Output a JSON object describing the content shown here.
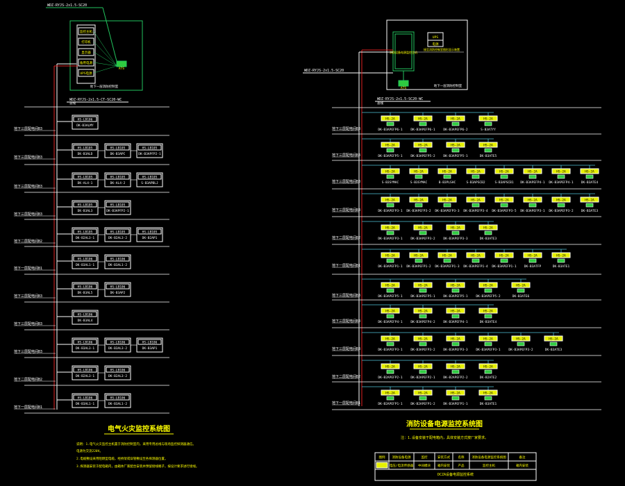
{
  "colors": {
    "background": "#000000",
    "line_white": "#ffffff",
    "line_cyan": "#4fc3d9",
    "line_green": "#22c55e",
    "line_red": "#e02020",
    "text_yellow": "#ffff00",
    "text_white": "#ffffff",
    "box_yellow_fill": "#e6f000",
    "box_green_fill": "#2ecc40"
  },
  "left": {
    "title": "电气火灾监控系统图",
    "notes": [
      "说明：1.电气火灾监控主机置于消防控制室内，采用专用总线与现场监控探测器通信。",
      "电源为交流220V。",
      "2.电缆敷设采用阻燃型电缆，经桥架或穿管敷设至各探测器位置。",
      "3.探测器安装于配电箱内，由箱体厂家配合安装并预留接线端子，按设计要求进行接线。"
    ],
    "top_cable_label": "WDZ-RYJS-2x1.5-SC20",
    "host_items": [
      "监控主机",
      "打印机",
      "显示器",
      "备用电源",
      "UPS电源"
    ],
    "host_right_label": "ATS",
    "host_caption": "地下一层消防控制室",
    "bus_label": "WDZ-RYJS-2x1.5-CT-SC20-WC",
    "bus_label_sub": "总线",
    "rows": [
      {
        "floor": "地下三层配电间B3",
        "boxes": [
          {
            "top": "HS-LB106",
            "bottom": "DK-B3ALMY"
          }
        ]
      },
      {
        "floor": "地下三层配电间B3",
        "boxes": [
          {
            "top": "HS-LB105",
            "bottom": "DK-B3ALD"
          },
          {
            "top": "HS-LB105",
            "bottom": "DK-B3APC"
          },
          {
            "top": "HS-LB105",
            "bottom": "DK-B3APFP2-1"
          }
        ]
      },
      {
        "floor": "地下三层配电间B3",
        "boxes": [
          {
            "top": "HS-LB105",
            "bottom": "DK-AL4-1"
          },
          {
            "top": "HS-LB105",
            "bottom": "DK-AL4-2"
          },
          {
            "top": "HS-LB105",
            "bottom": "S-B3APBLJ"
          }
        ]
      },
      {
        "floor": "地下三层配电间B3",
        "boxes": [
          {
            "top": "HS-LB105",
            "bottom": "DK-B3AL3"
          },
          {
            "top": "HS-LB105",
            "bottom": "DK-B3APFP2-1"
          }
        ]
      },
      {
        "floor": "地下二层配电间B2",
        "boxes": [
          {
            "top": "HS-LB105",
            "bottom": "DK-B2AL3-1"
          },
          {
            "top": "HS-LB105",
            "bottom": "DK-B2AL3-2"
          },
          {
            "top": "HS-LB105",
            "bottom": "DK-B2AP1"
          }
        ]
      },
      {
        "floor": "地下一层配电间B1",
        "boxes": [
          {
            "top": "HS-LB106",
            "bottom": "DK-B3AL1-1"
          },
          {
            "top": "HS-LB106",
            "bottom": "DK-B3AL1-2"
          }
        ]
      },
      {
        "floor": "地下三层配电间B3",
        "boxes": [
          {
            "top": "HS-LB106",
            "bottom": "DK-B3AL5"
          },
          {
            "top": "HS-LB106",
            "bottom": "DK-B3AP2"
          }
        ]
      },
      {
        "floor": "地下三层配电间B3",
        "boxes": [
          {
            "top": "HS-LB106",
            "bottom": "DK-B3AL4"
          }
        ]
      },
      {
        "floor": "地下三层配电间B3",
        "boxes": [
          {
            "top": "HS-LB106",
            "bottom": "DK-B3AL3-1"
          },
          {
            "top": "HS-LB106",
            "bottom": "DK-B3AL3-2"
          },
          {
            "top": "HS-LB106",
            "bottom": "DK-B3AP1"
          }
        ]
      },
      {
        "floor": "地下二层配电间B2",
        "boxes": [
          {
            "top": "HS-LB106",
            "bottom": "DK-B2AL3-1"
          },
          {
            "top": "HS-LB106",
            "bottom": "DK-B2AL3-2"
          }
        ]
      },
      {
        "floor": "地下一层配电间B1",
        "boxes": [
          {
            "top": "HS-LB106",
            "bottom": "DK-B3AL1-1"
          },
          {
            "top": "HS-LB106",
            "bottom": "DK-B3AL1-2"
          }
        ]
      }
    ]
  },
  "right": {
    "title": "消防设备电源监控系统图",
    "note": "注：1.设备安装于配电箱内，具体安装方式按厂家要求。",
    "host_screen_label": "消防设备电源监控主机",
    "host_ups": "UPS",
    "host_power": "电源",
    "host_side_label": "接至消防控制室图形显示装置",
    "host_bottom": "ATS",
    "host_caption": "地下一层消防控制室",
    "cable_label": "WDZ-RYJS-2x1.5-SC20",
    "bus_label": "WDZ-RYJS-2x1.5-SC20-WC",
    "bus_label_sub": "总线",
    "rows": [
      {
        "floor": "地下三层配电间B3",
        "items": [
          "DK-B3APEFP6-1",
          "DK-B3APEFP6-1",
          "DK-B3APEFP6-2",
          "S-B3ATYY"
        ]
      },
      {
        "floor": "地下三层配电间B3",
        "items": [
          "DK-B3APEFP5-1",
          "DK-B3APEFP5-2",
          "DK-B3APEFP5-1",
          "DK-B3ATE5"
        ]
      },
      {
        "floor": "地下三层配电间B3",
        "items": [
          "S-B3SYMAC",
          "S-B3SYMAC",
          "B-B3PLSHC",
          "S-B3APSCB2",
          "S-B3APSCB1",
          "DK-B3APEFP4-1",
          "DK-B3APEFP4-1",
          "DK-B3ATE4"
        ]
      },
      {
        "floor": "地下三层配电间B3",
        "items": [
          "DK-B3APEFP3-1",
          "DK-B3APEFP3-2",
          "DK-B3APEFP3-3",
          "DK-B3APEFP3-4",
          "DK-B3APEFP3-5",
          "DK-B3APEFP3-1",
          "DK-B3APEFP3-2",
          "DK-B3ATE3"
        ]
      },
      {
        "floor": "地下二层配电间B2",
        "items": [
          "DK-B3APEFP3-1",
          "DK-B3APEFP3-2",
          "DK-B3APEFP3-3",
          "DK-B3ATE3"
        ]
      },
      {
        "floor": "地下一层配电间B1",
        "items": [
          "DK-B3APEFP1-1",
          "DK-B3APEFP1-2",
          "DK-B3APEFP1-3",
          "DK-B3APEFP1-4",
          "DK-B3APEFP1-1",
          "DK-B3ATFP",
          "DK-B3ATE1"
        ]
      },
      {
        "floor": "地下三层配电间B3",
        "items": [
          "DK-B3APEFP5-1",
          "DK-B3APEFP5-1",
          "DK-B3APEFP5-1",
          "DK-B3APEFP5-2",
          "DK-B3ATE6"
        ]
      },
      {
        "floor": "地下三层配电间B3",
        "items": [
          "DK-B3APEFP4-1",
          "DK-B3APEFP4-2",
          "DK-B3APEFP4-1",
          "DK-B3ATE4"
        ]
      },
      {
        "floor": "地下三层配电间B3",
        "items": [
          "DK-B3APEFP3-1",
          "DK-B3APEFP3-2",
          "DK-B3APEFP3-3",
          "DK-B3APEFP3-1",
          "DK-B3APEFP3-2",
          "DK-B3ATE3"
        ]
      },
      {
        "floor": "地下二层配电间B2",
        "items": [
          "DK-B2APEFP2-1",
          "DK-B2APEFP2-1",
          "DK-B2APEFP2-2",
          "DK-B2ATE2"
        ]
      },
      {
        "floor": "地下一层配电间B1",
        "items": [
          "DK-B2APEFP1-1",
          "DK-B2APEFP1-2",
          "DK-B3APEFP1-1",
          "DK-B3ATE1"
        ]
      }
    ],
    "module_label": "HS-2A",
    "title_block": {
      "row1": [
        "图例",
        "消防设备电源",
        "监控",
        "安装方式",
        "名称",
        "消防设备电源监控系统图",
        "备注"
      ],
      "row2": [
        "",
        "电压/电流传感器",
        "中间模块",
        "箱内安装",
        "产品",
        "监控主机",
        "箱内安装"
      ],
      "footer": "DCZA设备电源监控系统"
    }
  }
}
